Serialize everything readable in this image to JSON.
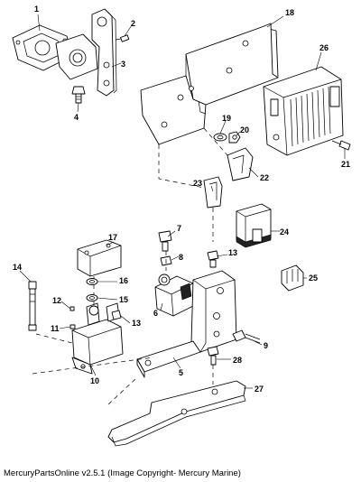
{
  "callouts": {
    "n1": "1",
    "n2": "2",
    "n3": "3",
    "n4": "4",
    "n5": "5",
    "n6": "6",
    "n7": "7",
    "n8": "8",
    "n9": "9",
    "n10": "10",
    "n11": "11",
    "n12": "12",
    "n13a": "13",
    "n13b": "13",
    "n14": "14",
    "n15": "15",
    "n16": "16",
    "n17": "17",
    "n18": "18",
    "n19": "19",
    "n20": "20",
    "n21": "21",
    "n22": "22",
    "n23": "23",
    "n24": "24",
    "n25": "25",
    "n26": "26",
    "n27": "27",
    "n28": "28"
  },
  "footer": {
    "caption": "MercuryPartsOnline v2.5.1 (Image Copyright- Mercury Marine)"
  }
}
